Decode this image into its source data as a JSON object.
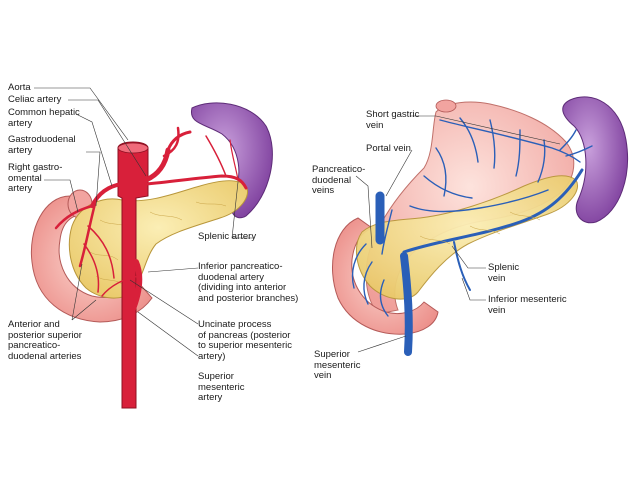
{
  "left_panel": {
    "labels": {
      "aorta": "Aorta",
      "celiac_artery": "Celiac artery",
      "common_hepatic_artery": "Common hepatic\nartery",
      "gastroduodenal_artery": "Gastroduodenal\nartery",
      "right_gastroomental_artery": "Right gastro-\nomental\nartery",
      "splenic_artery": "Splenic artery",
      "inferior_pancreaticoduodenal_artery": "Inferior pancreatico-\nduodenal artery\n(dividing into anterior\nand posterior branches)",
      "anterior_posterior_superior_pd_arteries": "Anterior and\nposterior superior\npancreatico-\nduodenal arteries",
      "uncinate_process": "Uncinate process\nof pancreas (posterior\nto superior mesenteric\nartery)",
      "superior_mesenteric_artery": "Superior\nmesenteric\nartery"
    }
  },
  "right_panel": {
    "labels": {
      "short_gastric_vein": "Short gastric\nvein",
      "portal_vein": "Portal vein",
      "pancreaticoduodenal_veins": "Pancreatico-\nduodenal\nveins",
      "splenic_vein": "Splenic\nvein",
      "inferior_mesenteric_vein": "Inferior mesenteric\nvein",
      "superior_mesenteric_vein": "Superior\nmesenteric\nvein"
    }
  },
  "colors": {
    "artery": "#d8203a",
    "vein": "#2a5fb8",
    "pancreas": "#f3dc8a",
    "duodenum": "#f4a6a0",
    "spleen": "#9a5bb8",
    "stomach": "#f6b8b2"
  }
}
